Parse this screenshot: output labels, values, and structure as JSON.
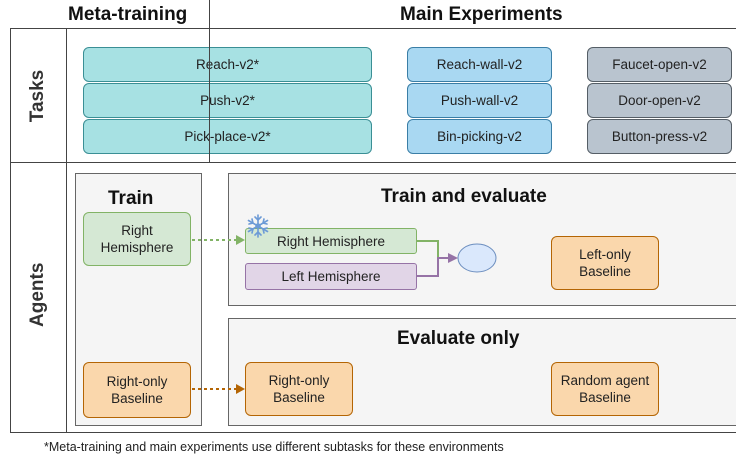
{
  "headers": {
    "meta_training": "Meta-training",
    "main_experiments": "Main Experiments"
  },
  "rows": {
    "tasks": "Tasks",
    "agents": "Agents"
  },
  "tasks": {
    "meta": [
      "Reach-v2*",
      "Push-v2*",
      "Pick-place-v2*"
    ],
    "main_col1": [
      "Reach-wall-v2",
      "Push-wall-v2",
      "Bin-picking-v2"
    ],
    "main_col2": [
      "Faucet-open-v2",
      "Door-open-v2",
      "Button-press-v2"
    ]
  },
  "agents": {
    "train_title": "Train",
    "train_eval_title": "Train and evaluate",
    "eval_only_title": "Evaluate only",
    "right_hemisphere_train": "Right\nHemisphere",
    "right_hemisphere": "Right Hemisphere",
    "left_hemisphere": "Left Hemisphere",
    "left_only_baseline": "Left-only\nBaseline",
    "right_only_baseline_train": "Right-only\nBaseline",
    "right_only_baseline_eval": "Right-only\nBaseline",
    "random_agent_baseline": "Random agent\nBaseline"
  },
  "icons": {
    "frozen": "snowflake-icon"
  },
  "colors": {
    "teal": "#a7e1e3",
    "blue": "#a9d8f2",
    "gray": "#b9c4cf",
    "green": "#d5e8d4",
    "purple": "#e1d5e7",
    "orange": "#fad7ac",
    "green_arrow": "#82b366",
    "purple_arrow": "#9673a6",
    "orange_arrow": "#b46504"
  },
  "footnote": "*Meta-training and main experiments use different subtasks for these environments"
}
